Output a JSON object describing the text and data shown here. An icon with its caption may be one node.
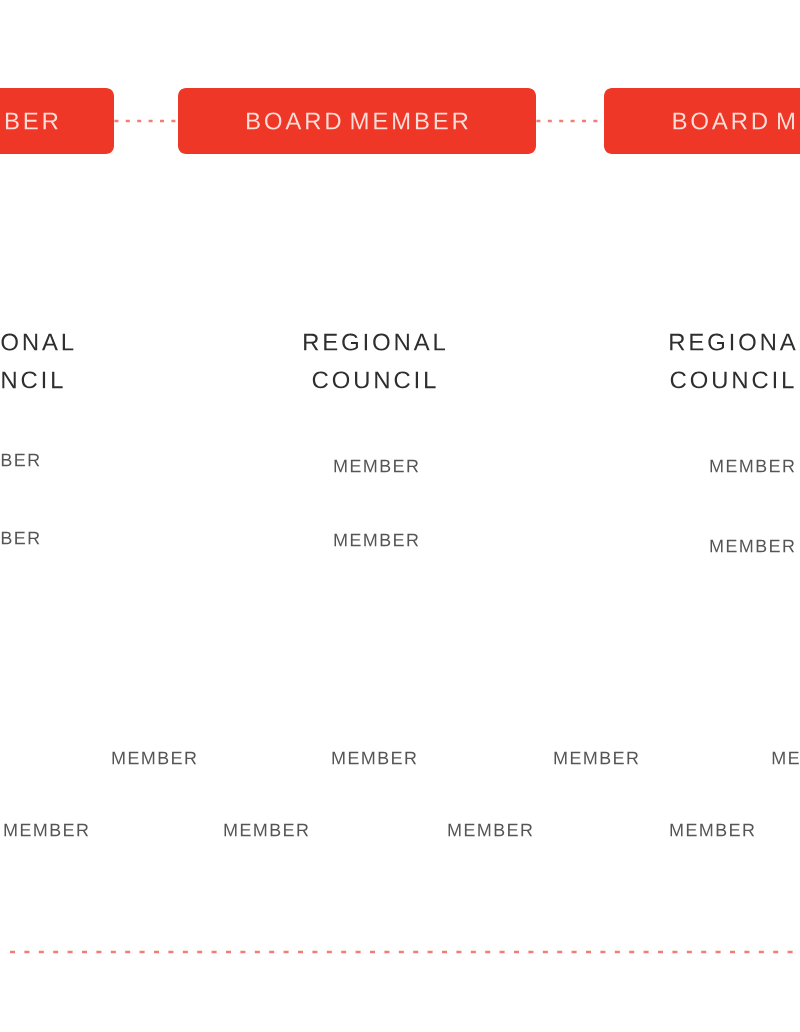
{
  "diagram": {
    "nodes": [
      {
        "text": [
          "BER"
        ]
      },
      {
        "text": [
          "BOARD MEMBER"
        ]
      },
      {
        "text": [
          "BOARD M"
        ]
      }
    ],
    "edges": [
      {
        "from": 0,
        "to": 1,
        "arrow": "none",
        "style": "dashed"
      },
      {
        "from": 1,
        "to": 2,
        "arrow": "none",
        "style": "dashed"
      }
    ],
    "labels": [
      "ONAL NCIL",
      "REGIONAL COUNCIL",
      "REGIONA COUNCIL",
      "BER",
      "MEMBER",
      "MEMBER",
      "BER",
      "MEMBER",
      "MEMBER",
      "MEMBER",
      "MEMBER",
      "MEMBER",
      "ME",
      "MEMBER",
      "MEMBER",
      "MEMBER",
      "MEMBER"
    ]
  }
}
